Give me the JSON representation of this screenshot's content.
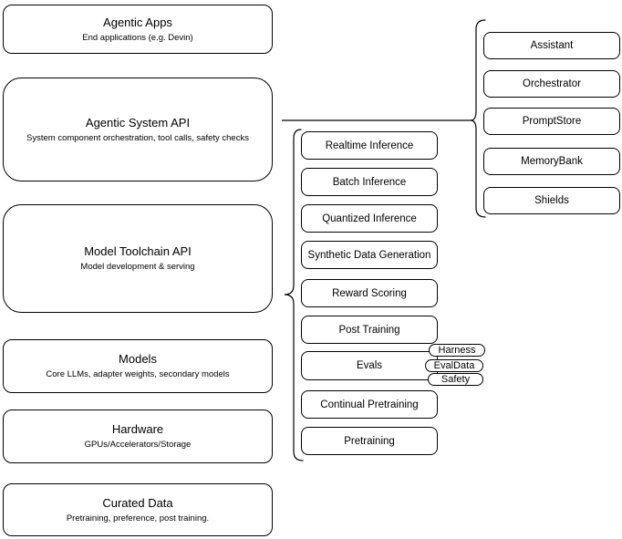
{
  "colors": {
    "stroke": "#000000",
    "background": "#ffffff",
    "text": "#000000"
  },
  "stack": [
    {
      "title": "Agentic Apps",
      "subtitle": "End applications (e.g. Devin)"
    },
    {
      "title": "Agentic System API",
      "subtitle": "System component orchestration, tool calls, safety checks"
    },
    {
      "title": "Model Toolchain API",
      "subtitle": "Model development & serving"
    },
    {
      "title": "Models",
      "subtitle": "Core LLMs, adapter weights, secondary models"
    },
    {
      "title": "Hardware",
      "subtitle": "GPUs/Accelerators/Storage"
    },
    {
      "title": "Curated Data",
      "subtitle": "Pretraining, preference, post training."
    }
  ],
  "toolchain": {
    "items": [
      "Realtime Inference",
      "Batch Inference",
      "Quantized Inference",
      "Synthetic Data Generation",
      "Reward Scoring",
      "Post Training",
      "Evals",
      "Continual Pretraining",
      "Pretraining"
    ]
  },
  "eval_tags": [
    "Harness",
    "EvalData",
    "Safety"
  ],
  "system_components": [
    "Assistant",
    "Orchestrator",
    "PromptStore",
    "MemoryBank",
    "Shields"
  ]
}
